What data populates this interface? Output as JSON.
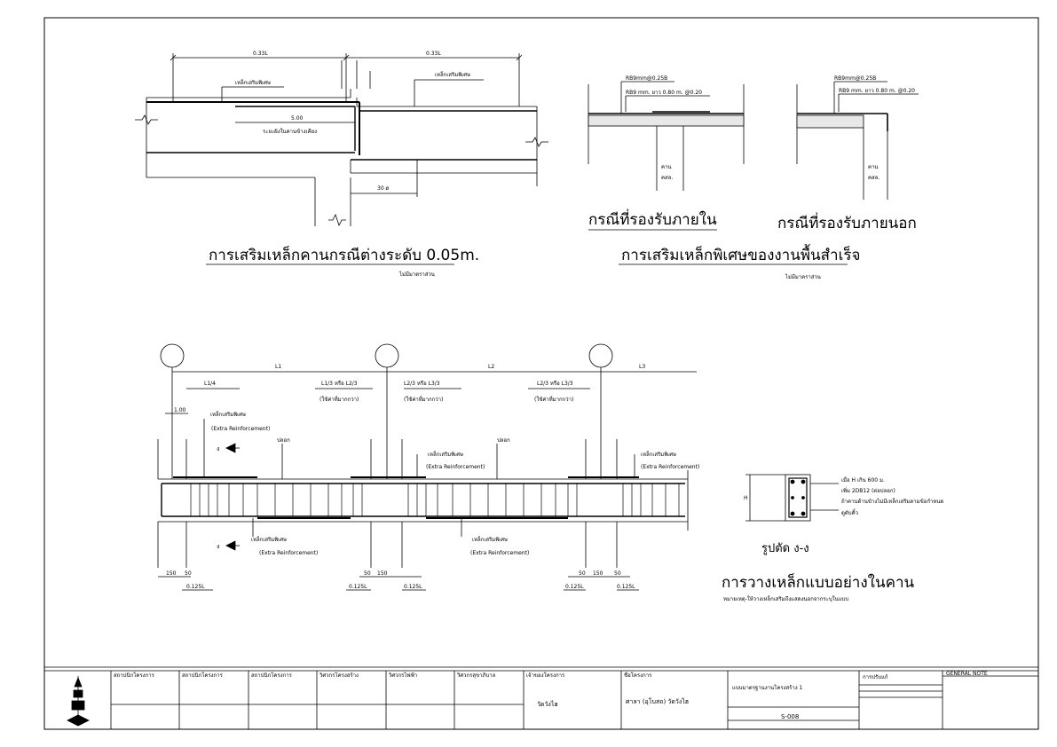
{
  "detail_beam_step": {
    "title": "การเสริมเหล็กคานกรณีต่างระดับ 0.05m.",
    "scale": "ไม่มีมาตราส่วน",
    "dim_left": "0.33L",
    "dim_right": "0.33L",
    "extra_bar_left": "เหล็กเสริมพิเศษ",
    "extra_bar_right": "เหล็กเสริมพิเศษ",
    "dim_500": "5.00",
    "note_mid": "ระยะฝังในคานข้างเคียง",
    "dim_30": "30 ø"
  },
  "detail_slab": {
    "case_inner": "กรณีที่รองรับภายใน",
    "case_outer": "กรณีที่รองรับภายนอก",
    "title": "การเสริมเหล็กพิเศษของงานพื้นสำเร็จ",
    "scale": "ไม่มีมาตราส่วน",
    "rebar_top": "RB9mm@0.25B",
    "rebar_bottom_inner": "RB9 mm. ยาว 0.80 m. @0.20",
    "rebar_bottom_outer": "RB9 mm. ยาว 0.80 m. @0.20",
    "beam_label_1": "คาน",
    "beam_label_2": "คสล."
  },
  "detail_beam_layout": {
    "span_l1": "L1",
    "span_l2": "L2",
    "span_l3": "L3",
    "dim_l14": "L1/4",
    "dim_a": "L1/3 หรือ L2/3",
    "dim_b": "L2/3 หรือ L3/3",
    "note_a": "(ใช้ค่าที่มากกว่า)",
    "note_b": "(ใช้ค่าที่มากกว่า)",
    "note_c": "(ใช้ค่าที่มากกว่า)",
    "dim_100": "1.00",
    "extra_bar": "เหล็กเสริมพิเศษ",
    "extra_bar_en": "(Extra Reinforcement)",
    "stirrup_label": "ปลอก",
    "section_mark": "ง",
    "dim_150": "150",
    "dim_50": "50",
    "dim_0125": "0.125L",
    "section_title": "รูปตัด ง-ง",
    "section_note_1": "เมื่อ H เกิน 600 ม.",
    "section_note_2": "เพิ่ม 2DB12 (ต่อปลอก)",
    "section_note_3": "ถ้าคานด้านข้างไม่มีเหล็กเสริมตามข้อกำหนด",
    "section_note_4": "ดูดับคิ้ว",
    "dim_h": "H",
    "main_title": "การวางเหล็กแบบอย่างในคาน",
    "footnote": "หมายเหตุ-ให้วางเหล็กเสริมถึงแสดงนอกจากระบุในแบบ"
  },
  "title_block": {
    "headers": [
      "สถาปนิกโครงการ",
      "สถาปนิกโครงการ",
      "สถาปนิกโครงการ",
      "วิศวกรโครงสร้าง",
      "วิศวกรไฟฟ้า",
      "วิศวกรสุขาภิบาล",
      "เจ้าของโครงการ",
      "ชื่อโครงการ"
    ],
    "owner": "วัดวังไฮ",
    "project_name": "ศาลา (อุโบสถ) วัดวังไฮ",
    "drawing_heading": "แบบมาตรฐานงานโครงสร้าง 1",
    "sheet_no": "S-008",
    "revision_heading": "การปรับแก้",
    "general_notes": "GENERAL NOTE"
  }
}
